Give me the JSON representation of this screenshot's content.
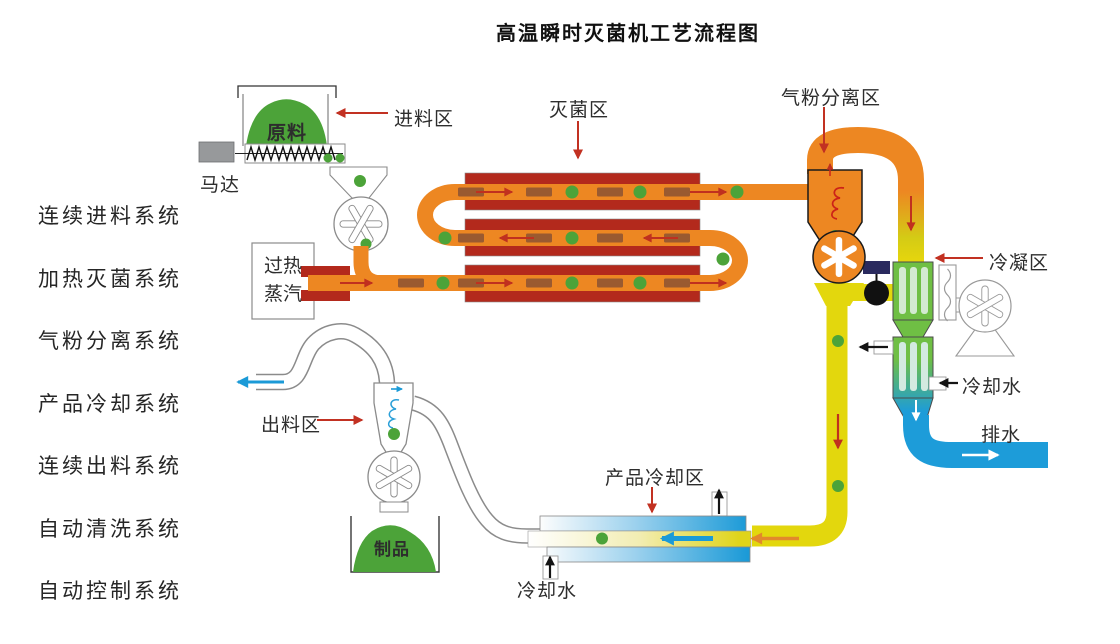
{
  "title": "高温瞬时灭菌机工艺流程图",
  "systems": [
    "连续进料系统",
    "加热灭菌系统",
    "气粉分离系统",
    "产品冷却系统",
    "连续出料系统",
    "自动清洗系统",
    "自动控制系统"
  ],
  "labels": {
    "feed_zone": "进料区",
    "motor": "马达",
    "raw_material": "原料",
    "superheated_steam_line1": "过热",
    "superheated_steam_line2": "蒸汽",
    "sterilize_zone": "灭菌区",
    "separation_zone": "气粉分离区",
    "condense_zone": "冷凝区",
    "cooling_water_right": "冷却水",
    "drain": "排水",
    "discharge_zone": "出料区",
    "product_cooling_zone": "产品冷却区",
    "cooling_water_bottom": "冷却水",
    "finished_product": "制品"
  },
  "colors": {
    "pipe_orange": "#ED8722",
    "heater_red": "#B3291C",
    "segment_brown": "#9A5A30",
    "particle_green": "#4CA339",
    "steam_yellow": "#E3D70D",
    "condenser_green": "#6FBF44",
    "water_blue": "#1B9AD7",
    "valve_navy": "#2A2A5E",
    "motor_gray": "#97999B",
    "arrow_red": "#C0301F"
  }
}
